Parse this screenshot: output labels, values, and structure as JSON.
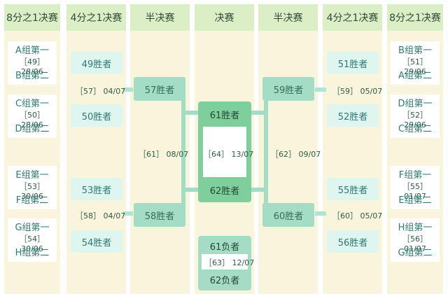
{
  "columns": [
    "8分之1决赛",
    "4分之1决赛",
    "半决赛",
    "决赛",
    "半决赛",
    "4分之1决赛",
    "8分之1决赛"
  ],
  "left": {
    "r16": [
      {
        "top": "A组第一",
        "match": "［49］ 28/06",
        "bottom": "B组第二"
      },
      {
        "top": "C组第一",
        "match": "［50］ 28/06",
        "bottom": "D组第二"
      },
      {
        "top": "E组第一",
        "match": "［53］ 30/06",
        "bottom": "F组第二"
      },
      {
        "top": "G组第一",
        "match": "［54］ 30/06",
        "bottom": "H组第二"
      }
    ],
    "qf": [
      "49胜者",
      "50胜者",
      "53胜者",
      "54胜者"
    ],
    "qf_match": [
      "［57］ 04/07",
      "［58］ 04/07"
    ],
    "sf": [
      "57胜者",
      "58胜者"
    ],
    "sf_match": "［61］ 08/07"
  },
  "right": {
    "r16": [
      {
        "top": "B组第一",
        "match": "［51］ 29/06",
        "bottom": "A组第二"
      },
      {
        "top": "D组第一",
        "match": "［52］ 29/06",
        "bottom": "C组第二"
      },
      {
        "top": "F组第一",
        "match": "［55］ 01/07",
        "bottom": "E组第二"
      },
      {
        "top": "H组第一",
        "match": "［56］ 01/07",
        "bottom": "G组第二"
      }
    ],
    "qf": [
      "51胜者",
      "52胜者",
      "55胜者",
      "56胜者"
    ],
    "qf_match": [
      "［59］ 05/07",
      "［60］ 05/07"
    ],
    "sf": [
      "59胜者",
      "60胜者"
    ],
    "sf_match": "［62］ 09/07"
  },
  "final": {
    "top": "61胜者",
    "match": "［64］ 13/07",
    "bottom": "62胜者"
  },
  "third_place": {
    "top": "61负者",
    "match": "［63］ 12/07",
    "bottom": "62负者"
  },
  "colors": {
    "column_bg": "#f8f5dc",
    "header_bg": "#dbeec5",
    "qf_bg": "#dff5ef",
    "sf_bg": "#a5dcc5",
    "final_bg": "#7fcf9c",
    "connector": "#b2e4d6"
  }
}
